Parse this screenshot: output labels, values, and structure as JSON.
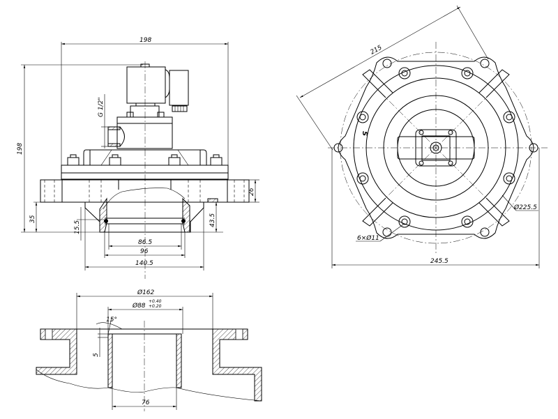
{
  "front_view": {
    "dim_width": "198",
    "dim_height": "198",
    "dim_thread": "G 1/2\"",
    "dim_flange_thickness": "26",
    "dim_outlet_height": "35",
    "dim_groove": "15.5",
    "dim_body_height": "43.5",
    "dim_inner": "86.5",
    "dim_pipe": "96",
    "dim_base": "140.5"
  },
  "top_view": {
    "dim_diagonal": "215",
    "dim_circle": "Ø225.5",
    "dim_holes": "6×Ø11",
    "dim_overall": "245.5",
    "logo_text": "S"
  },
  "section_view": {
    "dim_outer": "Ø162",
    "dim_bore": "Ø88",
    "tol_upper": "+0.40",
    "tol_lower": "+0.20",
    "dim_angle": "15°",
    "dim_chamfer": "5",
    "dim_pipe_inner": "76"
  }
}
